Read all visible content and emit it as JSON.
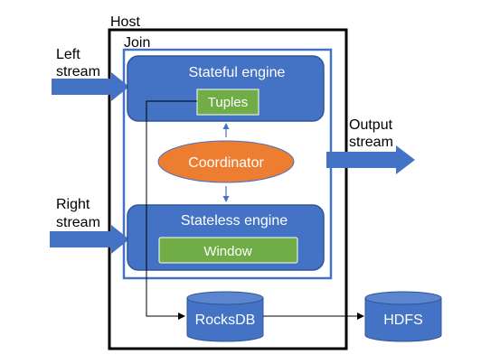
{
  "host": {
    "label": "Host"
  },
  "join": {
    "label": "Join"
  },
  "inputs": {
    "left": [
      "Left",
      "stream"
    ],
    "right": [
      "Right",
      "stream"
    ]
  },
  "output": [
    "Output",
    "stream"
  ],
  "stateful_engine": {
    "label": "Stateful engine",
    "inner": "Tuples"
  },
  "coordinator": {
    "label": "Coordinator"
  },
  "stateless_engine": {
    "label": "Stateless engine",
    "inner": "Window"
  },
  "stores": {
    "rocksdb": "RocksDB",
    "hdfs": "HDFS"
  },
  "colors": {
    "engine_fill": "#4472C4",
    "engine_stroke": "#2F5597",
    "inner_fill": "#70AD47",
    "coordinator_fill": "#ED7D31",
    "arrow_fill": "#4472C4",
    "host_stroke": "#000000"
  }
}
